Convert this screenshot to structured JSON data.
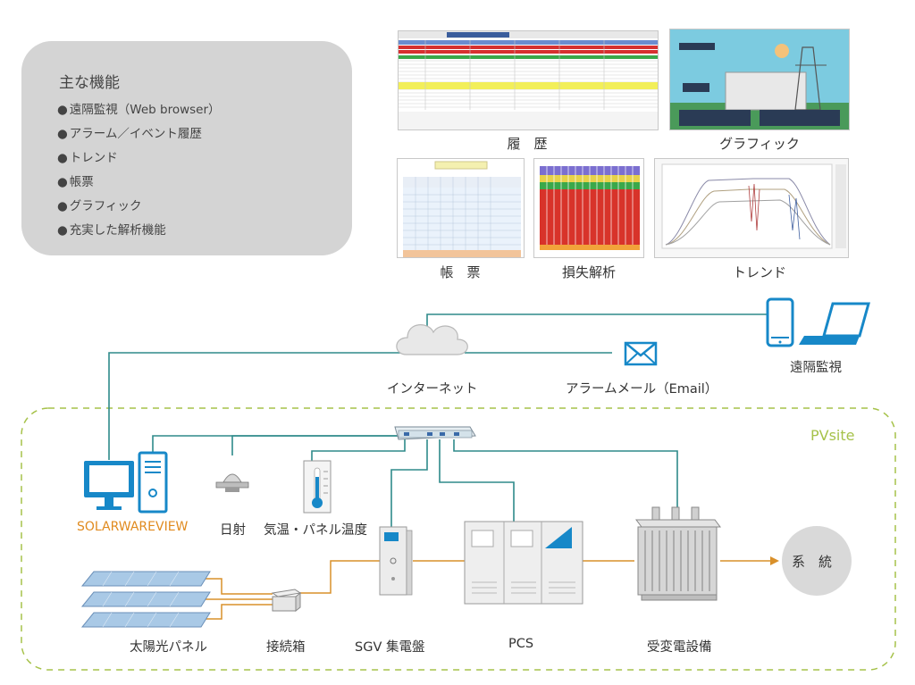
{
  "features": {
    "title": "主な機能",
    "items": [
      "遠隔監視（Web browser）",
      "アラーム／イベント履歴",
      "トレンド",
      "帳票",
      "グラフィック",
      "充実した解析機能"
    ]
  },
  "screens": {
    "history": "履　歴",
    "graphic": "グラフィック",
    "report": "帳　票",
    "loss": "損失解析",
    "trend": "トレンド"
  },
  "network": {
    "internet": "インターネット",
    "alarm_mail": "アラームメール（Email）",
    "remote": "遠隔監視"
  },
  "site": {
    "name": "PVsite",
    "solarwareview": "SOLARWAREVIEW",
    "irradiance": "日射",
    "temperature": "気温・パネル温度",
    "panel": "太陽光パネル",
    "junction": "接続箱",
    "sgv": "SGV 集電盤",
    "pcs": "PCS",
    "substation": "受変電設備",
    "grid": "系　統"
  },
  "colors": {
    "teal_line": "#2e8a8a",
    "orange_line": "#d9902a",
    "icon_blue": "#1788c8",
    "site_border": "#a6c24a",
    "solarwareview_text": "#e08a1e",
    "features_bg": "#d4d4d4",
    "grid_circle": "#d9d9d9"
  }
}
